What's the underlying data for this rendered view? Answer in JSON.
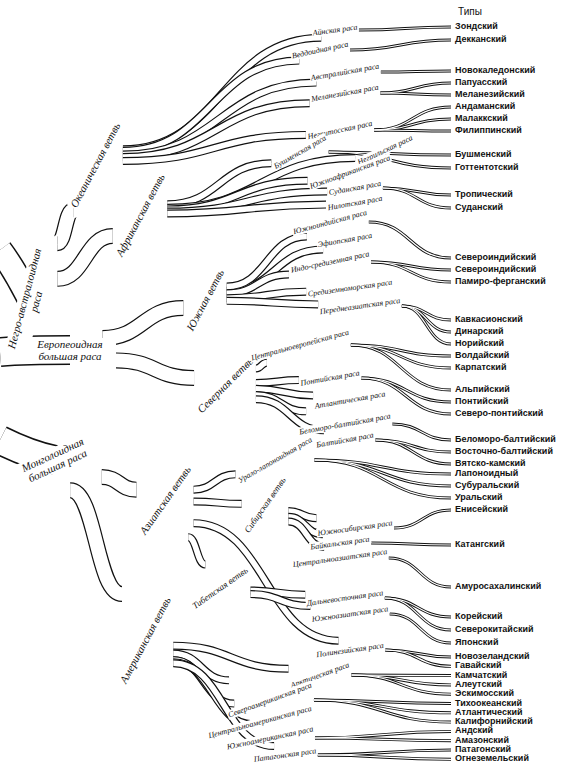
{
  "diagram": {
    "nodes": [
      {
        "text": [
          "Негро-австралоидная раса"
        ]
      },
      {
        "text": [
          "Океаническая ветвь"
        ]
      },
      {
        "text": [
          "Африканская ветвь"
        ]
      },
      {
        "text": [
          "Европеоидная большая раса"
        ]
      },
      {
        "text": [
          "Южная ветвь"
        ]
      },
      {
        "text": [
          "Северная ветвь"
        ]
      },
      {
        "text": [
          "Монголоидная большая раса"
        ]
      },
      {
        "text": [
          "Азиатская ветвь"
        ]
      },
      {
        "text": [
          "Американская ветвь"
        ]
      },
      {
        "text": [
          "Айнская раса"
        ]
      },
      {
        "text": [
          "Веддоидная раса"
        ]
      },
      {
        "text": [
          "Австралийская раса"
        ]
      },
      {
        "text": [
          "Меланезийская раса"
        ]
      },
      {
        "text": [
          "Негритосская раса"
        ]
      },
      {
        "text": [
          "Бушменская раса"
        ]
      },
      {
        "text": [
          "Негрильская раса"
        ]
      },
      {
        "text": [
          "Южноафриканская раса"
        ]
      },
      {
        "text": [
          "Суданская раса"
        ]
      },
      {
        "text": [
          "Нилотская раса"
        ]
      },
      {
        "text": [
          "Эфиопская раса"
        ]
      },
      {
        "text": [
          "Южноиндийская раса"
        ]
      },
      {
        "text": [
          "Индо-средиземная раса"
        ]
      },
      {
        "text": [
          "Средиземноморская раса"
        ]
      },
      {
        "text": [
          "Переднеазиатская раса"
        ]
      },
      {
        "text": [
          "Центральноевропейская раса"
        ]
      },
      {
        "text": [
          "Понтийская раса"
        ]
      },
      {
        "text": [
          "Атлантическая раса"
        ]
      },
      {
        "text": [
          "Беломоро-балтийская раса"
        ]
      },
      {
        "text": [
          "Балтийская раса"
        ]
      },
      {
        "text": [
          "Урало-лапоноидная раса"
        ]
      },
      {
        "text": [
          "Сибирская ветвь"
        ]
      },
      {
        "text": [
          "Южносибирская раса"
        ]
      },
      {
        "text": [
          "Байкальская раса"
        ]
      },
      {
        "text": [
          "Центральноазиатская раса"
        ]
      },
      {
        "text": [
          "Тибетская ветвь"
        ]
      },
      {
        "text": [
          "Дальневосточная раса"
        ]
      },
      {
        "text": [
          "Южноазиатская раса"
        ]
      },
      {
        "text": [
          "Полинезийская раса"
        ]
      },
      {
        "text": [
          "Арктическая раса"
        ]
      },
      {
        "text": [
          "Североамериканская раса"
        ]
      },
      {
        "text": [
          "Центральноамериканская раса"
        ]
      },
      {
        "text": [
          "Южноамериканская раса"
        ]
      },
      {
        "text": [
          "Патагонская раса"
        ]
      }
    ],
    "edges": [
      {
        "from": 0,
        "to": 1,
        "arrow": "none"
      },
      {
        "from": 0,
        "to": 2,
        "arrow": "none"
      },
      {
        "from": 3,
        "to": 4,
        "arrow": "none"
      },
      {
        "from": 3,
        "to": 5,
        "arrow": "none"
      },
      {
        "from": 6,
        "to": 7,
        "arrow": "none"
      },
      {
        "from": 6,
        "to": 8,
        "arrow": "none"
      },
      {
        "from": 1,
        "to": 9,
        "arrow": "none"
      },
      {
        "from": 1,
        "to": 10,
        "arrow": "none"
      },
      {
        "from": 1,
        "to": 11,
        "arrow": "none"
      },
      {
        "from": 1,
        "to": 12,
        "arrow": "none"
      },
      {
        "from": 1,
        "to": 13,
        "arrow": "none"
      },
      {
        "from": 2,
        "to": 14,
        "arrow": "none"
      },
      {
        "from": 2,
        "to": 15,
        "arrow": "none"
      },
      {
        "from": 2,
        "to": 16,
        "arrow": "none"
      },
      {
        "from": 2,
        "to": 17,
        "arrow": "none"
      },
      {
        "from": 2,
        "to": 18,
        "arrow": "none"
      },
      {
        "from": 4,
        "to": 19,
        "arrow": "none"
      },
      {
        "from": 4,
        "to": 20,
        "arrow": "none"
      },
      {
        "from": 4,
        "to": 21,
        "arrow": "none"
      },
      {
        "from": 4,
        "to": 22,
        "arrow": "none"
      },
      {
        "from": 4,
        "to": 23,
        "arrow": "none"
      },
      {
        "from": 5,
        "to": 24,
        "arrow": "none"
      },
      {
        "from": 5,
        "to": 25,
        "arrow": "none"
      },
      {
        "from": 5,
        "to": 26,
        "arrow": "none"
      },
      {
        "from": 5,
        "to": 27,
        "arrow": "none"
      },
      {
        "from": 5,
        "to": 28,
        "arrow": "none"
      },
      {
        "from": 7,
        "to": 29,
        "arrow": "none"
      },
      {
        "from": 7,
        "to": 30,
        "arrow": "none"
      },
      {
        "from": 7,
        "to": 34,
        "arrow": "none"
      },
      {
        "from": 7,
        "to": 37,
        "arrow": "none"
      },
      {
        "from": 30,
        "to": 31,
        "arrow": "none"
      },
      {
        "from": 30,
        "to": 32,
        "arrow": "none"
      },
      {
        "from": 30,
        "to": 33,
        "arrow": "none"
      },
      {
        "from": 34,
        "to": 35,
        "arrow": "none"
      },
      {
        "from": 34,
        "to": 36,
        "arrow": "none"
      },
      {
        "from": 8,
        "to": 38,
        "arrow": "none"
      },
      {
        "from": 8,
        "to": 39,
        "arrow": "none"
      },
      {
        "from": 8,
        "to": 40,
        "arrow": "none"
      },
      {
        "from": 8,
        "to": 41,
        "arrow": "none"
      },
      {
        "from": 8,
        "to": 42,
        "arrow": "none"
      }
    ],
    "labels": [
      "Типы",
      "Зондский",
      "Декканский",
      "Новокаледонский",
      "Папуасский",
      "Меланезийский",
      "Андаманский",
      "Малаккский",
      "Филиппинский",
      "Бушменский",
      "Готтентотский",
      "Тропический",
      "Суданский",
      "Североиндийский",
      "Североиндийский",
      "Памиро-ферганский",
      "Кавкасионский",
      "Динарский",
      "Норийский",
      "Волдайский",
      "Карпатский",
      "Альпийский",
      "Понтийский",
      "Северо-понтийский",
      "Беломоро-балтийский",
      "Восточно-балтийский",
      "Вятско-камский",
      "Лапоноидный",
      "Субуральский",
      "Уральский",
      "Енисейский",
      "Катангский",
      "Амуросахалинский",
      "Корейский",
      "Северокитайский",
      "Японский",
      "Новозеландский",
      "Гавайский",
      "Камчатский",
      "Алеутский",
      "Эскимосский",
      "Тихоокеанский",
      "Атлантический",
      "Калифорнийский",
      "Андский",
      "Амазонский",
      "Патагонский",
      "Огнеземельский"
    ]
  }
}
